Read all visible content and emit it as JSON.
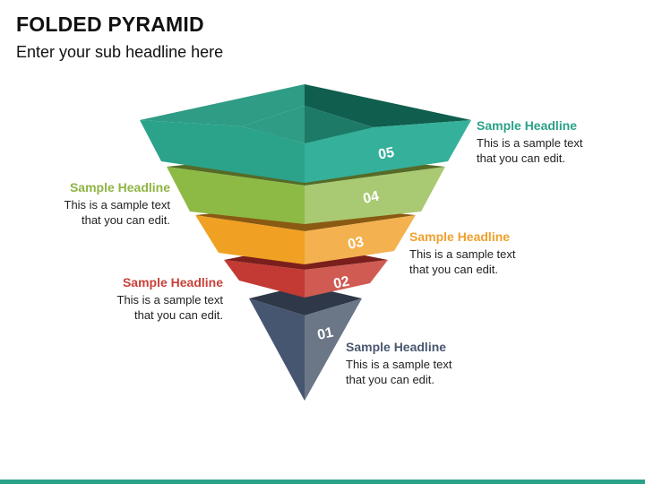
{
  "slide": {
    "title": "FOLDED PYRAMID",
    "subtitle": "Enter your sub headline here"
  },
  "levels": [
    {
      "number": "05",
      "headline": "Sample Headline",
      "line1": "This is a sample text",
      "line2": "that you can edit.",
      "side": "right",
      "color": "#2aa189"
    },
    {
      "number": "04",
      "headline": "Sample Headline",
      "line1": "This is a sample text",
      "line2": "that you can edit.",
      "side": "left",
      "color": "#8fb443"
    },
    {
      "number": "03",
      "headline": "Sample Headline",
      "line1": "This is a sample text",
      "line2": "that you can edit.",
      "side": "right",
      "color": "#f0a02c"
    },
    {
      "number": "02",
      "headline": "Sample Headline",
      "line1": "This is a sample text",
      "line2": "that you can edit.",
      "side": "left",
      "color": "#c8413a"
    },
    {
      "number": "01",
      "headline": "Sample Headline",
      "line1": "This is a sample text",
      "line2": "that you can edit.",
      "side": "right",
      "color": "#4a5870"
    }
  ],
  "colors": {
    "accent_bar": "#2aa189"
  }
}
